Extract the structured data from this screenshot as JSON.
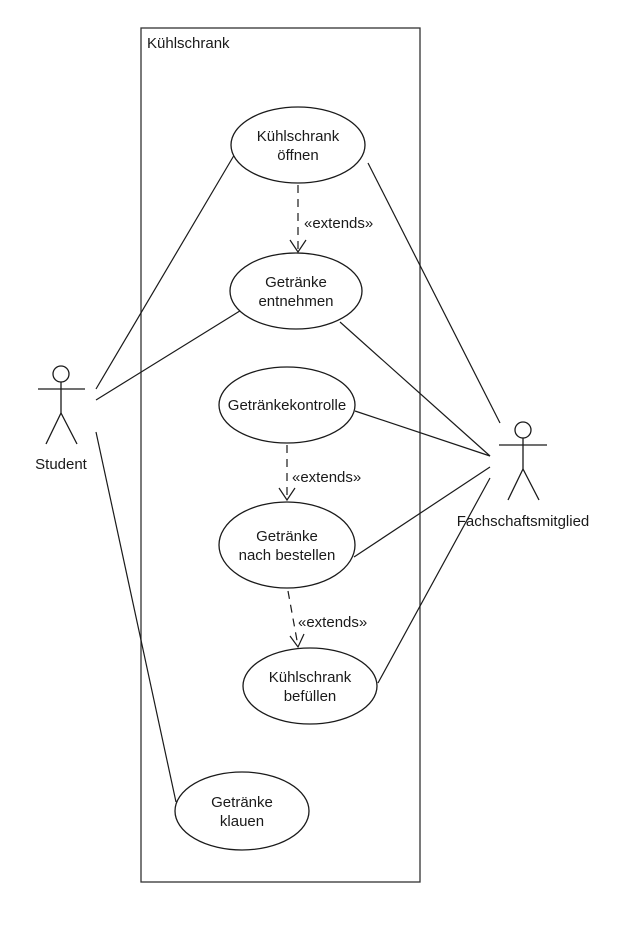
{
  "system": {
    "name": "Kühlschrank"
  },
  "actors": [
    {
      "id": "student",
      "name": "Student"
    },
    {
      "id": "fachschaft",
      "name": "Fachschaftsmitglied"
    }
  ],
  "use_cases": [
    {
      "id": "oeffnen",
      "lines": [
        "Kühlschrank",
        "öffnen"
      ]
    },
    {
      "id": "entnehmen",
      "lines": [
        "Getränke",
        "entnehmen"
      ]
    },
    {
      "id": "kontrolle",
      "lines": [
        "Getränkekontrolle"
      ]
    },
    {
      "id": "bestellen",
      "lines": [
        "Getränke",
        "nach bestellen"
      ]
    },
    {
      "id": "befuellen",
      "lines": [
        "Kühlschrank",
        "befüllen"
      ]
    },
    {
      "id": "klauen",
      "lines": [
        "Getränke",
        "klauen"
      ]
    }
  ],
  "associations": [
    {
      "actor": "student",
      "use_case": "oeffnen"
    },
    {
      "actor": "student",
      "use_case": "entnehmen"
    },
    {
      "actor": "student",
      "use_case": "klauen"
    },
    {
      "actor": "fachschaft",
      "use_case": "oeffnen"
    },
    {
      "actor": "fachschaft",
      "use_case": "entnehmen"
    },
    {
      "actor": "fachschaft",
      "use_case": "kontrolle"
    },
    {
      "actor": "fachschaft",
      "use_case": "bestellen"
    },
    {
      "actor": "fachschaft",
      "use_case": "befuellen"
    }
  ],
  "dependencies": [
    {
      "from": "oeffnen",
      "to": "entnehmen",
      "label": "«extends»"
    },
    {
      "from": "kontrolle",
      "to": "bestellen",
      "label": "«extends»"
    },
    {
      "from": "bestellen",
      "to": "befuellen",
      "label": "«extends»"
    }
  ]
}
